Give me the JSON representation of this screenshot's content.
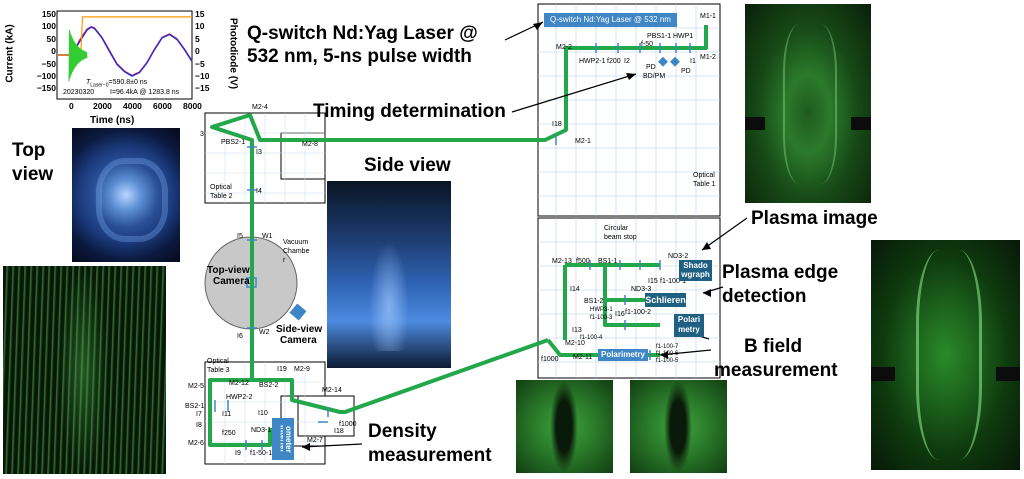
{
  "plot": {
    "ylabel_left": "Current (kA)",
    "ylabel_right": "Photodiode (V)",
    "xlabel": "Time (ns)",
    "y_left_ticks": [
      "150",
      "100",
      "50",
      "0",
      "−50",
      "−100",
      "−150"
    ],
    "y_right_ticks": [
      "15",
      "10",
      "5",
      "0",
      "−5",
      "−10",
      "−15"
    ],
    "x_ticks": [
      "0",
      "2000",
      "4000",
      "6000",
      "8000"
    ],
    "annotation_time": "T",
    "annotation_sub": "Laser−0",
    "annotation_value": "=590.8±0 ns",
    "date": "20230320",
    "peak": "I=96.4kA @ 1283.8 ns"
  },
  "chart_data": {
    "type": "line",
    "xlabel": "Time (ns)",
    "ylabel": "Current (kA)",
    "y2label": "Photodiode (V)",
    "xlim": [
      -1000,
      8000
    ],
    "ylim": [
      -150,
      150
    ],
    "y2lim": [
      -15,
      15
    ],
    "series": [
      {
        "x": [
          -1000,
          0,
          500,
          1000,
          1284,
          1500,
          2000,
          2500,
          3000,
          3500,
          4000,
          4500,
          5000,
          5500,
          6000,
          6500,
          7000,
          7500,
          8000
        ],
        "y": [
          0,
          0,
          50,
          88,
          96,
          92,
          60,
          15,
          -30,
          -55,
          -70,
          -58,
          -25,
          20,
          60,
          72,
          55,
          20,
          -20
        ]
      },
      {
        "x": [
          -1000,
          0,
          500,
          1000,
          1284,
          1500,
          2000,
          2500,
          3000,
          3500,
          4000,
          4500,
          5000,
          5500,
          6000,
          6500,
          7000,
          7500,
          8000
        ],
        "y": [
          0,
          0,
          45,
          85,
          95,
          90,
          58,
          12,
          -32,
          -57,
          -72,
          -60,
          -27,
          18,
          58,
          70,
          53,
          18,
          -22
        ]
      },
      {
        "x": [
          -1000,
          0,
          590,
          700,
          1000,
          1500,
          8000
        ],
        "y": [
          0,
          0,
          0,
          13,
          13,
          13,
          13
        ]
      }
    ]
  },
  "laser": {
    "caption_line1": "Q-switch Nd:Yag Laser @",
    "caption_line2": "532 nm, 5-ns pulse width",
    "box": "Q-switch Nd:Yag Laser @ 532 nm"
  },
  "labels": {
    "timing": "Timing determination",
    "top_view": "Top\nview",
    "side_view": "Side view",
    "plasma_image": "Plasma image",
    "plasma_edge_1": "Plasma edge",
    "plasma_edge_2": "detection",
    "bfield_1": "B field",
    "bfield_2": "measurement",
    "density_1": "Density",
    "density_2": "measurement"
  },
  "table1": {
    "title_1": "Optical",
    "title_2": "Table 1",
    "m1_1": "M1-1",
    "m1_2": "M1-2",
    "m2_2": "M2-2",
    "f50": "f-50",
    "pbs1_1": "PBS1-1",
    "hwp1": "HWP1",
    "hwp2_1": "HWP2-1",
    "f200": "f200",
    "i2": "I2",
    "i1": "I1",
    "pd1": "PD",
    "pd2": "PD",
    "bdpm": "BD/PM",
    "i18": "I18",
    "m2_1": "M2-1"
  },
  "table2": {
    "title_1": "Optical",
    "title_2": "Table 2",
    "m2_4": "M2-4",
    "m2_8": "M2-8",
    "pbs2_1": "PBS2-1",
    "i3": "I3",
    "i4": "I4",
    "i5": "I5",
    "w1": "W1",
    "w2": "W2",
    "i6": "I6",
    "edge_3": "3",
    "vacuum_1": "Vacuum",
    "vacuum_2": "Chambe",
    "vacuum_3": "r",
    "top_cam_1": "Top-view",
    "top_cam_2": "Camera",
    "side_cam_1": "Side-view",
    "side_cam_2": "Camera"
  },
  "table3": {
    "title_1": "Optical",
    "title_2": "Table 3",
    "m2_5": "M2-5",
    "m2_12": "M2-12",
    "bs2_2": "BS2-2",
    "i19": "I19",
    "m2_9": "M2-9",
    "bs2_1": "BS2-1",
    "hwp2_2": "HWP2-2",
    "i7": "I7",
    "i11": "I11",
    "i10": "I10",
    "i8": "I8",
    "f250": "f250",
    "m2_6": "M2-6",
    "nd3_1": "ND3-1",
    "i9": "I9",
    "f150_1": "f1-50-1",
    "interf_1": "Interfer",
    "interf_2": "ometer",
    "m2_14": "M2-14",
    "f1000": "f1000",
    "i18b": "I18",
    "m2_7": "M2-7"
  },
  "table4": {
    "stop_1": "Circular",
    "stop_2": "beam stop",
    "m2_13": "M2-13",
    "f500": "f500",
    "bs1_1": "BS1-1",
    "nd3_2": "ND3-2",
    "i15": "I15",
    "f1001": "f1-100-1",
    "shadow_1": "Shado",
    "shadow_2": "wgraph",
    "i14": "I14",
    "nd3_3": "ND3-3",
    "bs1_2": "BS1-2",
    "schlieren": "Schlieren",
    "hwp3_1": "HWP3-1",
    "f1003": "f1-100-3",
    "i16": "I16",
    "f1002": "f1-100-2",
    "polari_1": "Polari",
    "polari_2": "metry",
    "i13": "I13",
    "f1004": "f1-100-4",
    "m2_10": "M2-10",
    "f1000b": "f1000",
    "m2_11": "M2-11",
    "polarimetry": "Polarimetry",
    "f1007": "f1-100-7",
    "f1006": "f1-100-6",
    "f1005": "f1-100-5"
  },
  "colors": {
    "beam": "#22a84a",
    "blue_box": "#3f86c6",
    "dark_box": "#1f5f82",
    "current_red": "#e0212b",
    "current_blue": "#2b2bd8",
    "photodiode": "#33cc33",
    "orange": "#ff9900"
  }
}
